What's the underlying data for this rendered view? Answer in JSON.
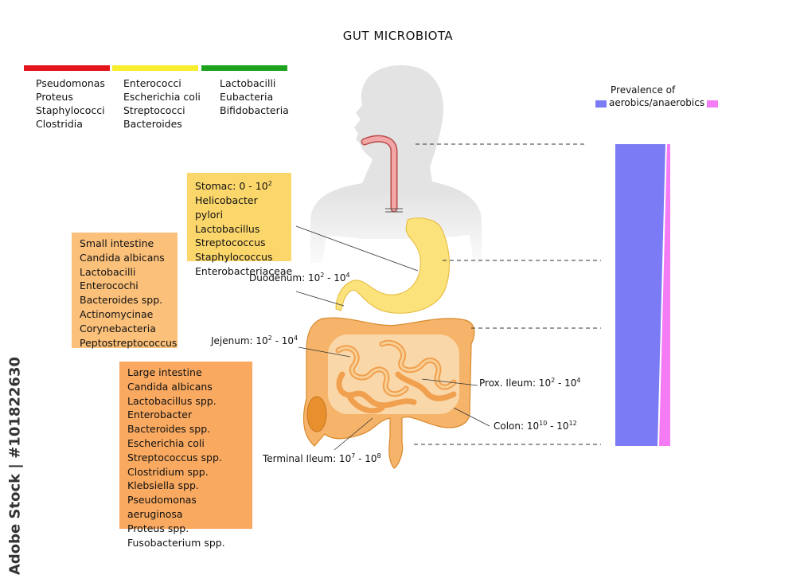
{
  "title": "GUT MICROBIOTA",
  "colors": {
    "red": "#e3151a",
    "yellow": "#f7ee2e",
    "green": "#1ea31e",
    "aerobic": "#7b7bf5",
    "anaerobic": "#f57bf5",
    "stomach_box": "#fbd66b",
    "small_box": "#fbc07a",
    "large_box": "#f9a960",
    "organ": "#f5b46a",
    "silhouette": "#e3e3e3"
  },
  "groups": [
    {
      "color": "red",
      "items": [
        "Pseudomonas",
        "Proteus",
        "Staphylococci",
        "Clostridia"
      ]
    },
    {
      "color": "yellow",
      "items": [
        "Enterococci",
        "Escherichia coli",
        "Streptococci",
        "Bacteroides"
      ]
    },
    {
      "color": "green",
      "items": [
        "Lactobacilli",
        "Eubacteria",
        "Bifidobacteria"
      ]
    }
  ],
  "legend": {
    "line1": "Prevalence of",
    "line2": "aerobics/anaerobics"
  },
  "stomach_box": [
    "Stomac: 0 - 10",
    "Helicobacter pylori",
    "Lactobacillus",
    "Streptococcus",
    "Staphylococcus",
    "Enterobacteriaceae"
  ],
  "stomach_exp": "2",
  "small_intestine_box": [
    "Small intestine",
    "Candida albicans",
    "Lactobacilli",
    "Enterocochi",
    "Bacteroides spp.",
    "Actinomycinae",
    "Corynebacteria",
    "Peptostreptococcus"
  ],
  "large_intestine_box": [
    "Large intestine",
    "Candida albicans",
    "Lactobacillus spp.",
    "Enterobacter",
    "Bacteroides spp.",
    "Escherichia coli",
    "Streptococcus spp.",
    "Clostridium spp.",
    "Klebsiella spp.",
    "Pseudomonas aeruginosa",
    "Proteus spp.",
    "Fusobacterium spp."
  ],
  "labels": {
    "duodenum": {
      "name": "Duodenum: 10",
      "e1": "2",
      "mid": " - 10",
      "e2": "4"
    },
    "jejenum": {
      "name": "Jejenum: 10",
      "e1": "2",
      "mid": " - 10",
      "e2": "4"
    },
    "prox_ileum": {
      "name": "Prox. Ileum: 10",
      "e1": "2",
      "mid": " - 10",
      "e2": "4"
    },
    "colon": {
      "name": "Colon: 10",
      "e1": "10",
      "mid": " - 10",
      "e2": "12"
    },
    "terminal_ileum": {
      "name": "Terminal Ileum: 10",
      "e1": "7",
      "mid": " - 10",
      "e2": "8"
    }
  },
  "watermark": "Adobe Stock | #101822630"
}
